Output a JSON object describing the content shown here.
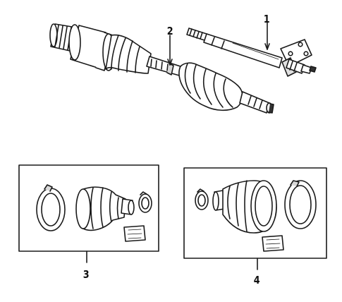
{
  "diagram": {
    "callouts": {
      "item1": "1",
      "item2": "2",
      "item3": "3",
      "item4": "4"
    },
    "colors": {
      "line": "#1a1a1a",
      "fill": "#ffffff",
      "shade": "#d9d9d9",
      "dark": "#333333"
    },
    "parts": [
      {
        "ref": "1",
        "name-icon": "intermediate-shaft-icon"
      },
      {
        "ref": "2",
        "name-icon": "axle-shaft-assembly-icon"
      },
      {
        "ref": "3",
        "name-icon": "outer-boot-kit-icon"
      },
      {
        "ref": "4",
        "name-icon": "inner-boot-kit-icon"
      }
    ]
  }
}
